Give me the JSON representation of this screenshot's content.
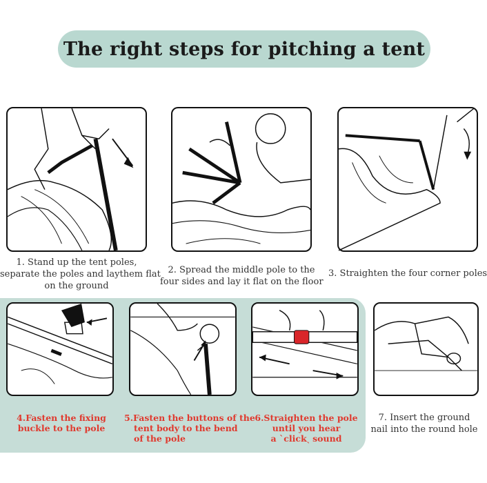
{
  "title": "The right steps for pitching a tent",
  "steps": [
    {
      "line1": "1. Stand up the tent poles,",
      "line2": "separate the poles and laythem flat",
      "line3": "on the ground"
    },
    {
      "line1": "2. Spread the middle pole to the",
      "line2": "four sides and lay it flat on the floor"
    },
    {
      "line1": "3. Straighten the four corner poles"
    },
    {
      "line1": "4.Fasten the fixing",
      "line2": "buckle to the pole"
    },
    {
      "line1": "5.Fasten the buttons of the",
      "line2": "tent body to the bend",
      "line3": "of the pole"
    },
    {
      "line1": "6.Straighten the pole",
      "line2": "until you hear",
      "line3": "a ˋclickˎ sound"
    },
    {
      "line1": "7. Insert the ground",
      "line2": "nail into the round hole"
    }
  ],
  "colors": {
    "title_pill": "#b9d8d0",
    "highlight_band": "#c6ddd7",
    "red_caption": "#e0392e",
    "pole_marker": "#d9262a"
  }
}
